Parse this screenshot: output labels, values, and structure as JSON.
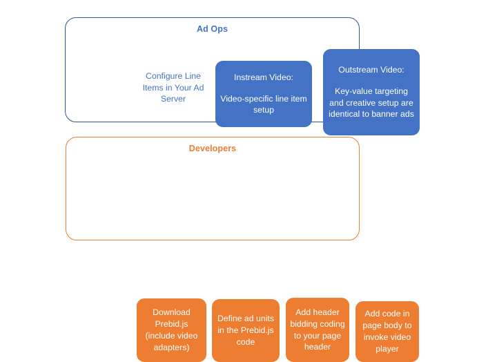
{
  "diagram": {
    "type": "process-diagram",
    "background_color": "#FFFFFF",
    "groups": [
      {
        "id": "ad-ops",
        "title": "Ad Ops",
        "title_color": "#4472C4",
        "border_color": "#2F5597",
        "nodes": [
          {
            "id": "configure-line-items",
            "style": "plain-text",
            "text_color": "#4472C4",
            "text": "Configure Line Items in Your Ad Server"
          },
          {
            "id": "instream-video",
            "style": "filled-box",
            "fill_color": "#4472C4",
            "text_color": "#FFFFFF",
            "heading": "Instream Video:",
            "body": "Video-specific line item setup"
          },
          {
            "id": "outstream-video",
            "style": "filled-box",
            "fill_color": "#4472C4",
            "text_color": "#FFFFFF",
            "heading": "Outstream Video:",
            "body": "Key-value targeting and creative setup are identical to banner ads"
          }
        ]
      },
      {
        "id": "developers",
        "title": "Developers",
        "title_color": "#ED7D31",
        "border_color": "#ED7D31",
        "nodes": [
          {
            "id": "download-prebid",
            "style": "filled-box",
            "fill_color": "#ED7D31",
            "text_color": "#FFFFFF",
            "body": "Download Prebid.js (include video adapters)"
          },
          {
            "id": "define-ad-units",
            "style": "filled-box",
            "fill_color": "#ED7D31",
            "text_color": "#FFFFFF",
            "body": "Define ad units in the Prebid.js code"
          },
          {
            "id": "add-header-bidding-code",
            "style": "filled-box",
            "fill_color": "#ED7D31",
            "text_color": "#FFFFFF",
            "body": "Add header bidding coding to your page header"
          },
          {
            "id": "add-page-body-code",
            "style": "filled-box",
            "fill_color": "#ED7D31",
            "text_color": "#FFFFFF",
            "body": "Add code in page body to invoke video player"
          }
        ]
      }
    ]
  }
}
